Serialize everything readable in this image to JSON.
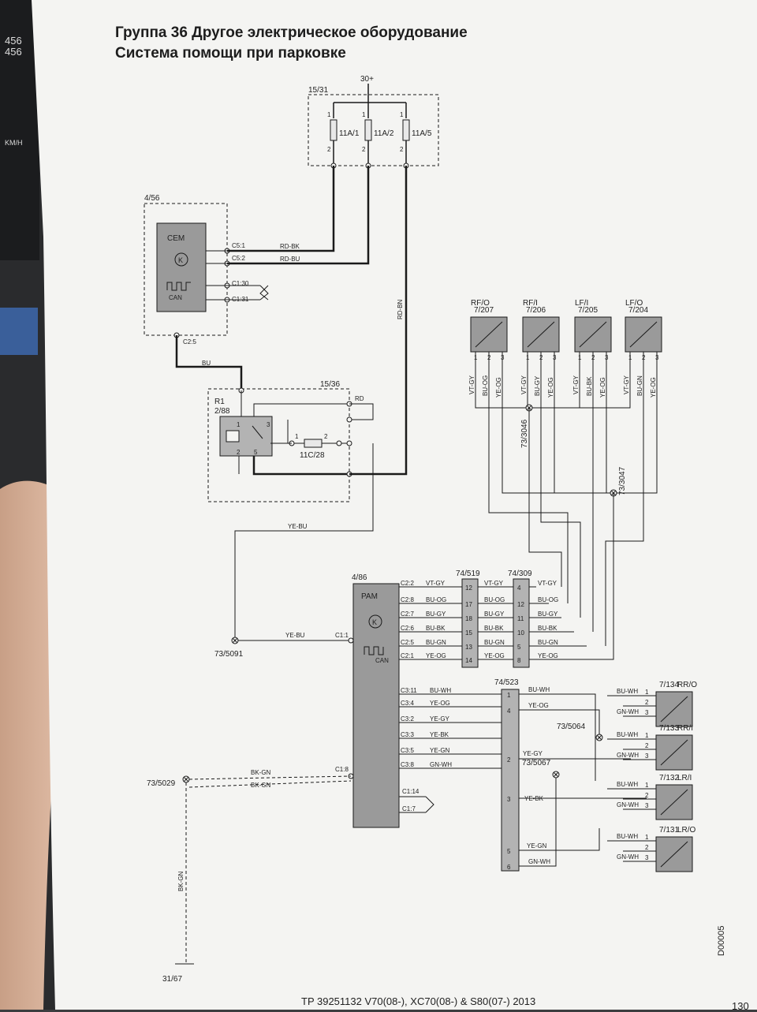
{
  "dashboard": {
    "reading_1": "456",
    "reading_2": "456",
    "unit": "KM/H"
  },
  "page": {
    "title_line1": "Группа 36 Другое электрическое оборудование",
    "title_line2": "Система помощи при парковке",
    "footer_ref": "TP 39251132 V70(08-), XC70(08-) & S80(07-) 2013",
    "page_number": "130",
    "drawing_code": "D00005"
  },
  "colors": {
    "paper": "#f4f4f2",
    "wire": "#1a1a1a",
    "module_fill": "#9a9a9a",
    "connector_fill": "#b3b3b3"
  },
  "labels": {
    "supply": "30+",
    "fuse_box": "15/31",
    "fuse1_pin1": "1",
    "fuse1_pin2": "2",
    "fuse1": "11A/1",
    "fuse2_pin1": "1",
    "fuse2_pin2": "2",
    "fuse2": "11A/2",
    "fuse3_pin1": "1",
    "fuse3_pin2": "2",
    "fuse3": "11A/5",
    "cem_ref": "4/56",
    "cem_name": "CEM",
    "cem_can": "CAN",
    "cem_c5_1": "C5:1",
    "cem_c5_2": "C5:2",
    "cem_c1_30": "C1:30",
    "cem_c1_31": "C1:31",
    "cem_c2_5": "C2:5",
    "w_rd_bk": "RD-BK",
    "w_rd_bu": "RD-BU",
    "w_rd_bn": "RD-BN",
    "w_bu": "BU",
    "w_rd": "RD",
    "relay_box": "15/36",
    "relay_name": "R1",
    "relay_ref": "2/88",
    "relay_p1": "1",
    "relay_p2": "2",
    "relay_p3": "3",
    "relay_p5": "5",
    "fuse_11c_p1": "1",
    "fuse_11c_p2": "2",
    "fuse_11c": "11C/28",
    "w_ye_bu_1": "YE-BU",
    "w_ye_bu_2": "YE-BU",
    "splice_5091": "73/5091",
    "pam_ref": "4/86",
    "pam_name": "PAM",
    "pam_can": "CAN",
    "pam_c1_1": "C1:1",
    "pam_c1_8": "C1:8",
    "pam_c1_14": "C1:14",
    "pam_c1_7": "C1:7",
    "s_rfo_name": "RF/O",
    "s_rfo_ref": "7/207",
    "s_rfi_name": "RF/I",
    "s_rfi_ref": "7/206",
    "s_lfi_name": "LF/I",
    "s_lfi_ref": "7/205",
    "s_lfo_name": "LF/O",
    "s_lfo_ref": "7/204",
    "s_rfo_w1": "VT-GY",
    "s_rfo_w2": "BU-OG",
    "s_rfo_w3": "YE-OG",
    "s_rfi_w1": "VT-GY",
    "s_rfi_w2": "BU-GY",
    "s_rfi_w3": "YE-OG",
    "s_lfi_w1": "VT-GY",
    "s_lfi_w2": "BU-BK",
    "s_lfi_w3": "YE-OG",
    "s_lfo_w1": "VT-GY",
    "s_lfo_w2": "BU-GN",
    "s_lfo_w3": "YE-OG",
    "splice_3046": "73/3046",
    "splice_3047": "73/3047",
    "conn_519": "74/519",
    "conn_309": "74/309",
    "conn_523": "74/523",
    "s_rro_name": "RR/O",
    "s_rro_ref": "7/134",
    "s_rri_name": "RR/I",
    "s_rri_ref": "7/133",
    "s_lri_name": "LR/I",
    "s_lri_ref": "7/132",
    "s_lro_name": "LR/O",
    "s_lro_ref": "7/131",
    "splice_5064": "73/5064",
    "splice_5067": "73/5067",
    "splice_5029": "73/5029",
    "w_bk_gn_1": "BK-GN",
    "w_bk_gn_2": "BK-GN",
    "w_bk_gn_3": "BK-GN",
    "ground": "31/67"
  },
  "front_rows": [
    {
      "pin": "C2:2",
      "wire_a": "VT-GY",
      "c519": "12",
      "c309": "4",
      "wire_b": "VT-GY"
    },
    {
      "pin": "C2:8",
      "wire_a": "BU-OG",
      "c519": "17",
      "c309": "12",
      "wire_b": "BU-OG"
    },
    {
      "pin": "C2:7",
      "wire_a": "BU-GY",
      "c519": "18",
      "c309": "11",
      "wire_b": "BU-GY"
    },
    {
      "pin": "C2:6",
      "wire_a": "BU-BK",
      "c519": "15",
      "c309": "10",
      "wire_b": "BU-BK"
    },
    {
      "pin": "C2:5",
      "wire_a": "BU-GN",
      "c519": "13",
      "c309": "5",
      "wire_b": "BU-GN"
    },
    {
      "pin": "C2:1",
      "wire_a": "YE-OG",
      "c519": "14",
      "c309": "8",
      "wire_b": "YE-OG"
    }
  ],
  "rear_rows": [
    {
      "pin": "C3:11",
      "wire": "BU-WH"
    },
    {
      "pin": "C3:4",
      "wire": "YE-OG"
    },
    {
      "pin": "C3:2",
      "wire": "YE-GY"
    },
    {
      "pin": "C3:3",
      "wire": "YE-BK"
    },
    {
      "pin": "C3:5",
      "wire": "YE-GN"
    },
    {
      "pin": "C3:8",
      "wire": "GN-WH"
    }
  ],
  "c523_pins": [
    "1",
    "4",
    "2",
    "3",
    "5",
    "6"
  ],
  "c523_wires": {
    "bu_wh": "BU-WH",
    "ye_og": "YE-OG",
    "ye_gy": "YE-GY",
    "ye_bk": "YE-BK",
    "ye_gn": "YE-GN",
    "gn_wh": "GN-WH"
  },
  "rear_sensor_wires": {
    "rro_1": "BU-WH",
    "rro_3": "GN-WH",
    "rri_1": "BU-WH",
    "rri_3": "GN-WH",
    "lri_1": "BU-WH",
    "lri_3": "GN-WH",
    "lro_1": "BU-WH",
    "lro_3": "GN-WH"
  },
  "pins": {
    "p1": "1",
    "p2": "2",
    "p3": "3"
  }
}
